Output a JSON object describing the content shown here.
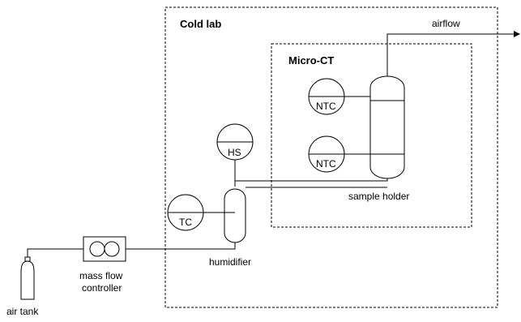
{
  "labels": {
    "cold_lab": "Cold lab",
    "micro_ct": "Micro-CT",
    "airflow": "airflow",
    "ntc_top": "NTC",
    "ntc_bottom": "NTC",
    "hs": "HS",
    "tc": "TC",
    "sample_holder": "sample holder",
    "humidifier": "humidifier",
    "mass_flow_line1": "mass flow",
    "mass_flow_line2": "controller",
    "air_tank": "air tank"
  }
}
